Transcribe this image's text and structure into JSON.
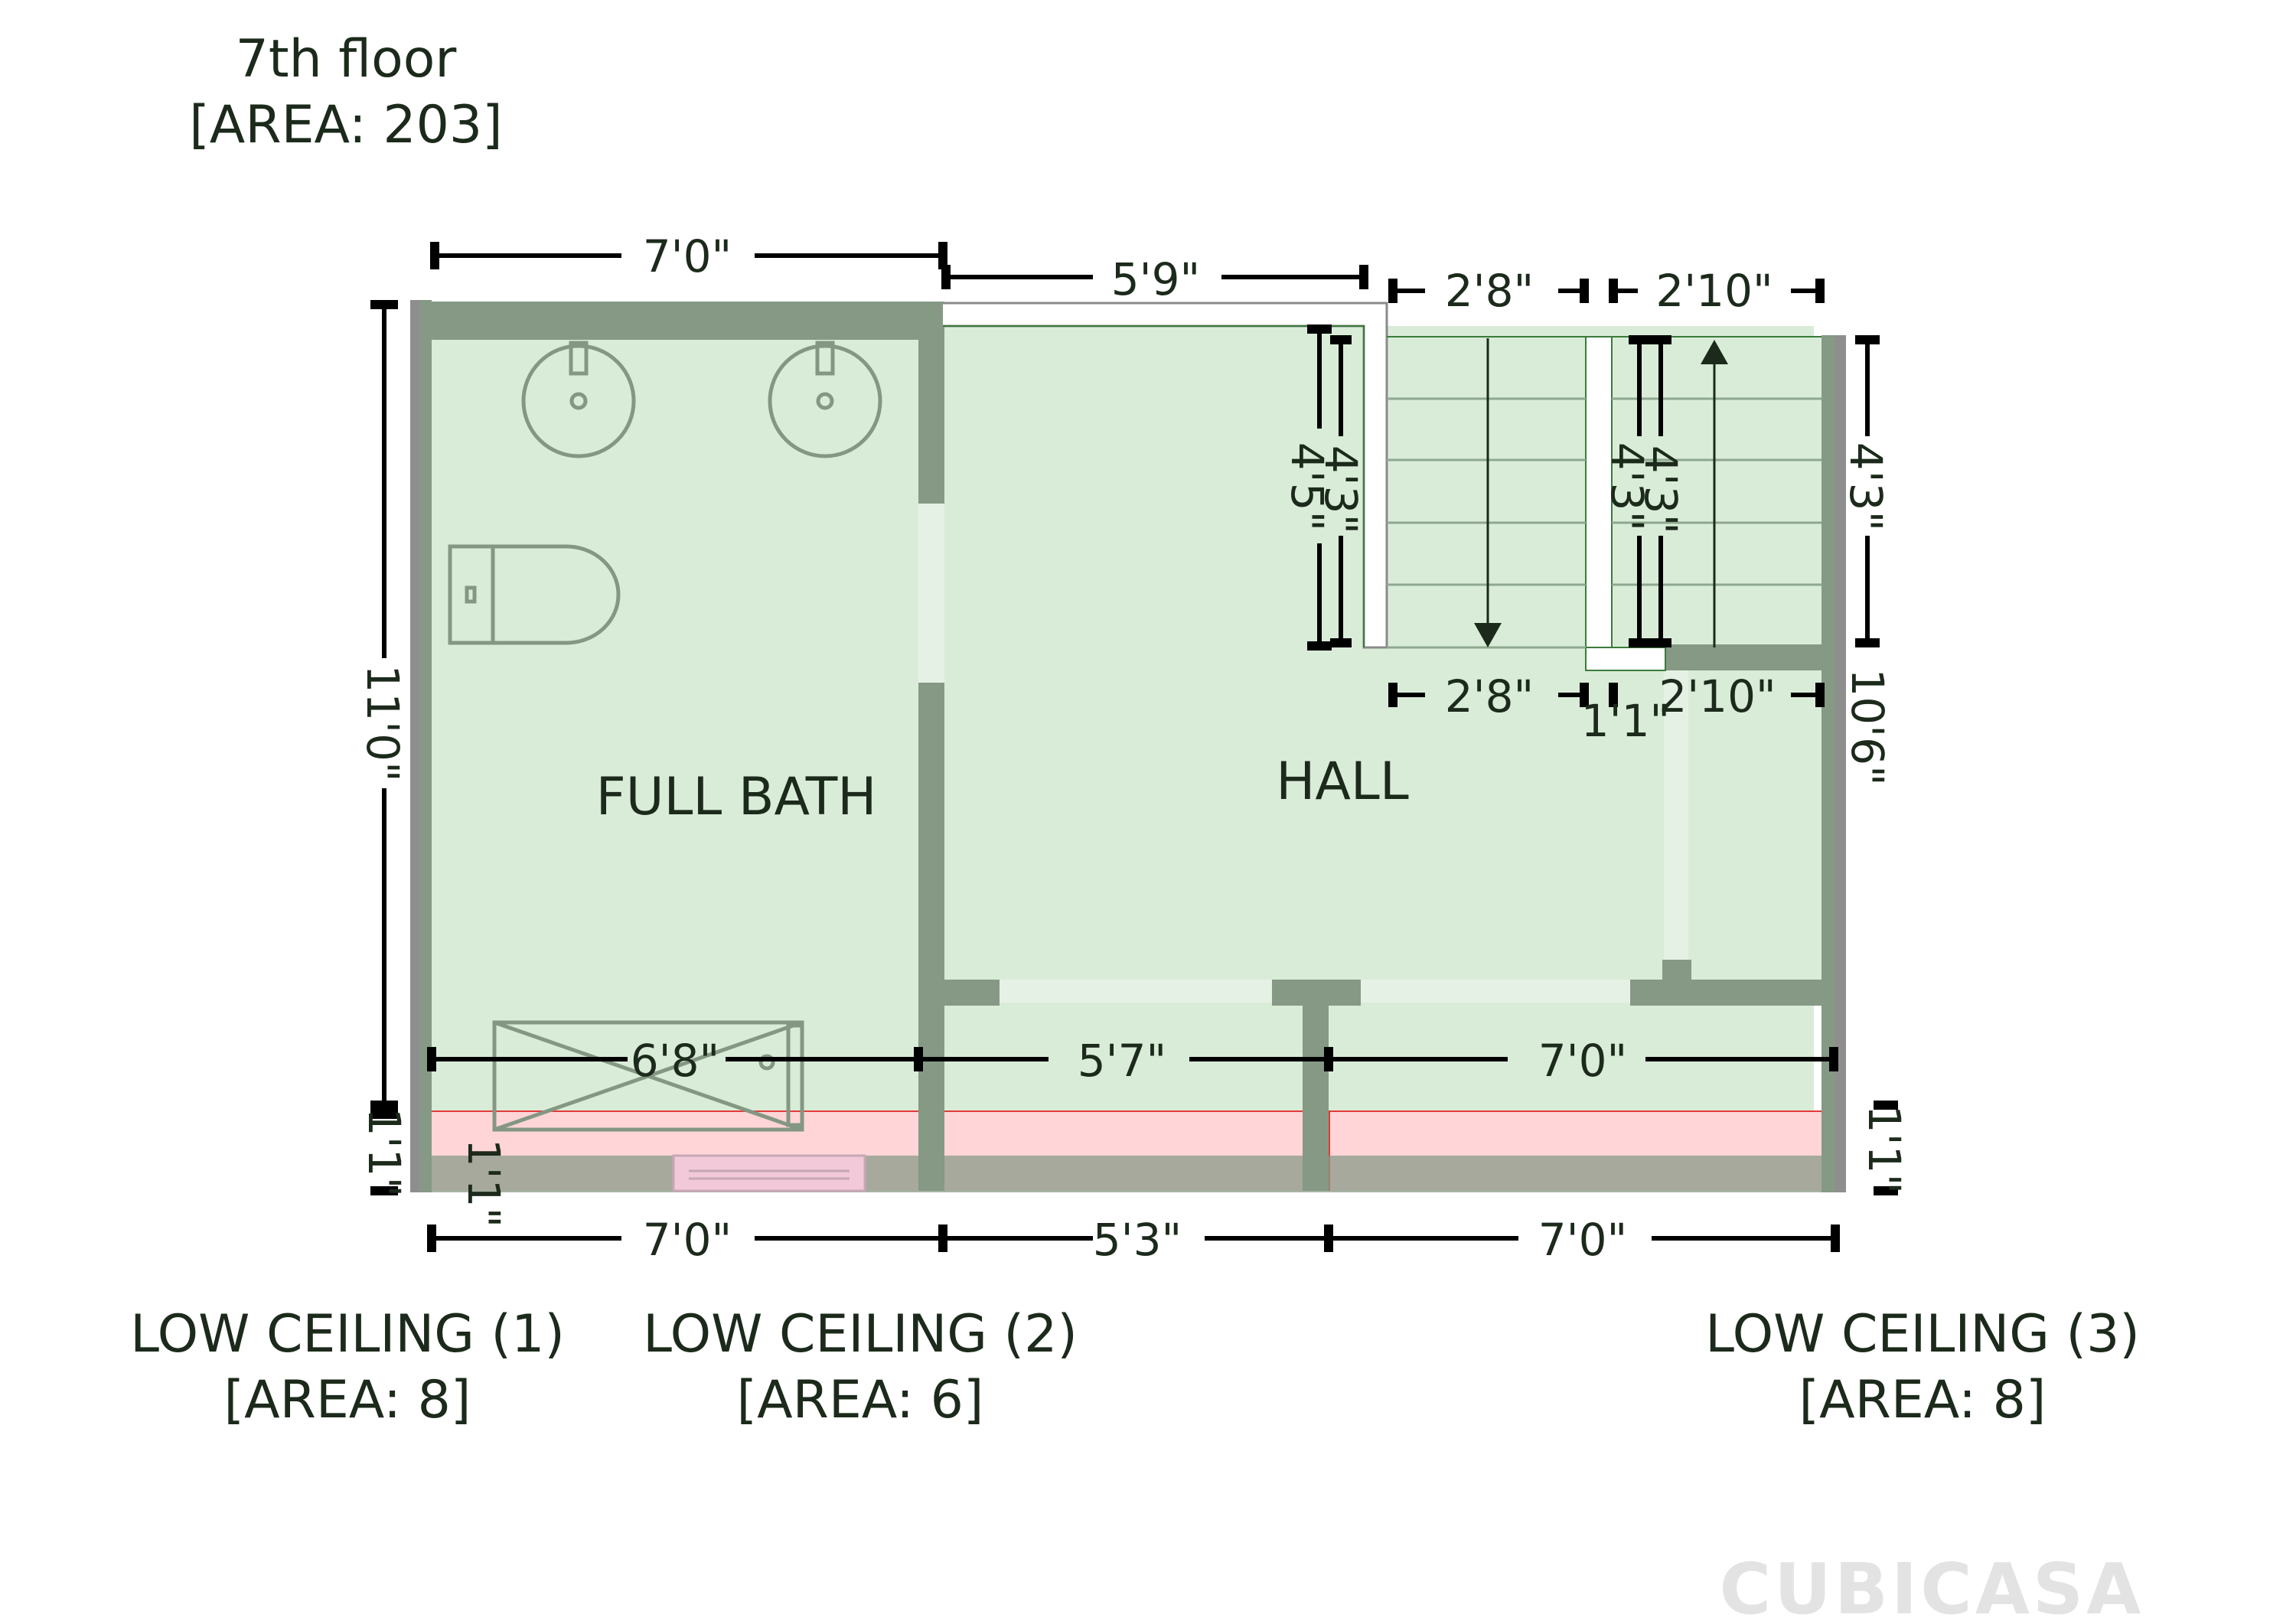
{
  "floor": {
    "name": "7th floor",
    "area": "[AREA: 203]"
  },
  "rooms": {
    "full_bath": "FULL BATH",
    "hall": "HALL"
  },
  "low_ceilings": [
    {
      "name": "LOW CEILING (1)",
      "area": "[AREA: 8]"
    },
    {
      "name": "LOW CEILING (2)",
      "area": "[AREA: 6]"
    },
    {
      "name": "LOW CEILING (3)",
      "area": "[AREA: 8]"
    }
  ],
  "dimensions": {
    "top_bath": "7'0\"",
    "top_hall": "5'9\"",
    "top_stair_left": "2'8\"",
    "top_stair_right": "2'10\"",
    "left_total": "11'0\"",
    "left_low": "1'1\"",
    "left_low_inner": "1'1\"",
    "hall_right_vertical": "4'5\"",
    "stair_left_vertical": "4'3\"",
    "stair_mid_vertical_a": "4'3\"",
    "stair_mid_vertical_b": "4'3\"",
    "right_stair_vertical": "4'3\"",
    "right_total": "10'6\"",
    "right_low": "1'1\"",
    "stair_bottom_left": "2'8\"",
    "stair_bottom_gap": "1'1\"",
    "stair_bottom_right": "2'10\"",
    "inner_bath": "6'8\"",
    "inner_mid": "5'7\"",
    "inner_right": "7'0\"",
    "bottom_left": "7'0\"",
    "bottom_mid": "5'3\"",
    "bottom_right": "7'0\""
  },
  "brand": "CUBICASA",
  "colors": {
    "room_fill": "#d9ecd8",
    "wall": "#859985",
    "low_ceiling": "#ffd5d8",
    "low_ceiling_line": "#e23a3a"
  }
}
